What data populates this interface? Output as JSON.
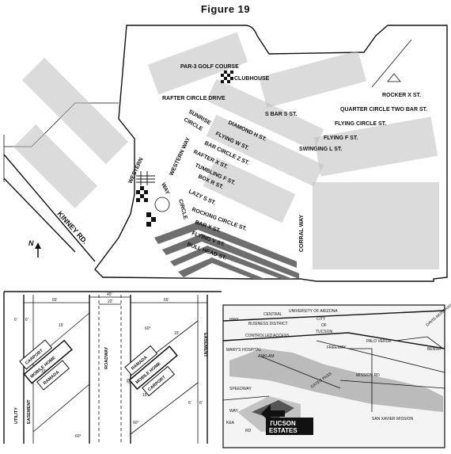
{
  "figure_title": "Figure 19",
  "site_map": {
    "streets": {
      "par3": "PAR-3 GOLF COURSE",
      "clubhouse": "CLUBHOUSE",
      "rafter_circle_drive": "RAFTER CIRCLE DRIVE",
      "rocker_x": "ROCKER X ST.",
      "sunrise": "SUNRISE",
      "circle": "CIRCLE",
      "s_bar_s": "S BAR S ST.",
      "quarter_circle": "QUARTER CIRCLE TWO BAR ST.",
      "flying_circle": "FLYING CIRCLE ST.",
      "diamond_h": "DIAMOND H ST.",
      "flying_w": "FLYING W ST.",
      "flying_f": "FLYING F ST.",
      "swinging_l": "SWINGING L ST.",
      "bar_circle_z": "BAR CIRCLE Z ST.",
      "rafter_x": "RAFTER X ST.",
      "western_way_1": "WESTERN WAY",
      "tumbling_f": "TUMBLING F ST.",
      "box_r": "BOX R ST.",
      "western": "WESTERN",
      "way": "WAY",
      "lazy_s": "LAZY S ST.",
      "circle_vert": "CIRCLE",
      "rocking_circle": "ROCKING CIRCLE ST.",
      "bar_x": "BAR X ST.",
      "flying_v": "FLYING V ST.",
      "bull_head": "BULL HEAD ST.",
      "corral_way": "CORRAL WAY",
      "kinney_rd": "KINNEY RD.",
      "north": "N"
    }
  },
  "lot_diagram": {
    "dims": {
      "d65_left": "65'",
      "d40": "40'",
      "d22": "22'",
      "d65_right": "65'",
      "d6a": "6'",
      "d6b": "6'",
      "d6c": "6'",
      "d6d": "6'",
      "d60_top": "60°",
      "d60_bottom": "60°",
      "d60_mid": "60°",
      "d15a": "15'",
      "d15b": "15'",
      "d15c": "15'",
      "d15d": "15'",
      "d60_len": "60'"
    },
    "left_lot": {
      "carport": "CARPORT",
      "mobile_home": "MOBILE HOME",
      "ramada": "RAMADA"
    },
    "right_lot": {
      "ramada": "RAMADA",
      "mobile_home": "MOBILE HOME",
      "carport": "CARPORT"
    },
    "roadway": "ROADWAY",
    "utility": "UTILITY",
    "easement_left": "EASEMENT",
    "easement_right": "EASEMENT"
  },
  "locator_map": {
    "university": "UNIVERSITY OF ARIZONA",
    "hwy": "HWY",
    "central": "CENTRAL",
    "business_district": "BUSINESS DISTRICT",
    "city": "CITY",
    "of": "OF",
    "tucson": "TUCSON",
    "controlled": "CONTROLLED",
    "access": "ACCESS",
    "freeway": "FREEWAY",
    "palo_verde": "PALO VERDE",
    "benson": "BENSO",
    "marys_hospital": "MARY'S HOSPITAL",
    "anklam": "ANKLAM",
    "speedway": "SPEEDWAY",
    "gates_pass": "GATES PASS",
    "mission_rd": "MISSION RD",
    "way": "WAY",
    "rd": "RD",
    "kea": "KEA",
    "san_xavier": "SAN XAVIER MISSION",
    "davis_monthan": "DAVIS-MONTHAN AIR FORCE BASE",
    "tucson_estates_1": "TUCSON",
    "tucson_estates_2": "ESTATES"
  }
}
